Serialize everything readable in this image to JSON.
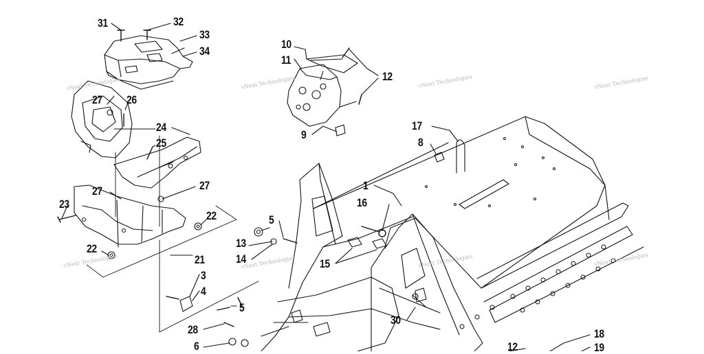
{
  "watermark": "vNext Technologies",
  "callouts": {
    "c1": "1",
    "c3": "3",
    "c4": "4",
    "c5a": "5",
    "c5b": "5",
    "c6": "6",
    "c8": "8",
    "c9": "9",
    "c10": "10",
    "c11": "11",
    "c12a": "12",
    "c12b": "12",
    "c13": "13",
    "c14": "14",
    "c15": "15",
    "c16": "16",
    "c17": "17",
    "c18": "18",
    "c19": "19",
    "c21": "21",
    "c22a": "22",
    "c22b": "22",
    "c23": "23",
    "c24": "24",
    "c25": "25",
    "c26": "26",
    "c27a": "27",
    "c27b": "27",
    "c27c": "27",
    "c28": "28",
    "c30": "30",
    "c31": "31",
    "c32": "32",
    "c33": "33",
    "c34": "34"
  }
}
